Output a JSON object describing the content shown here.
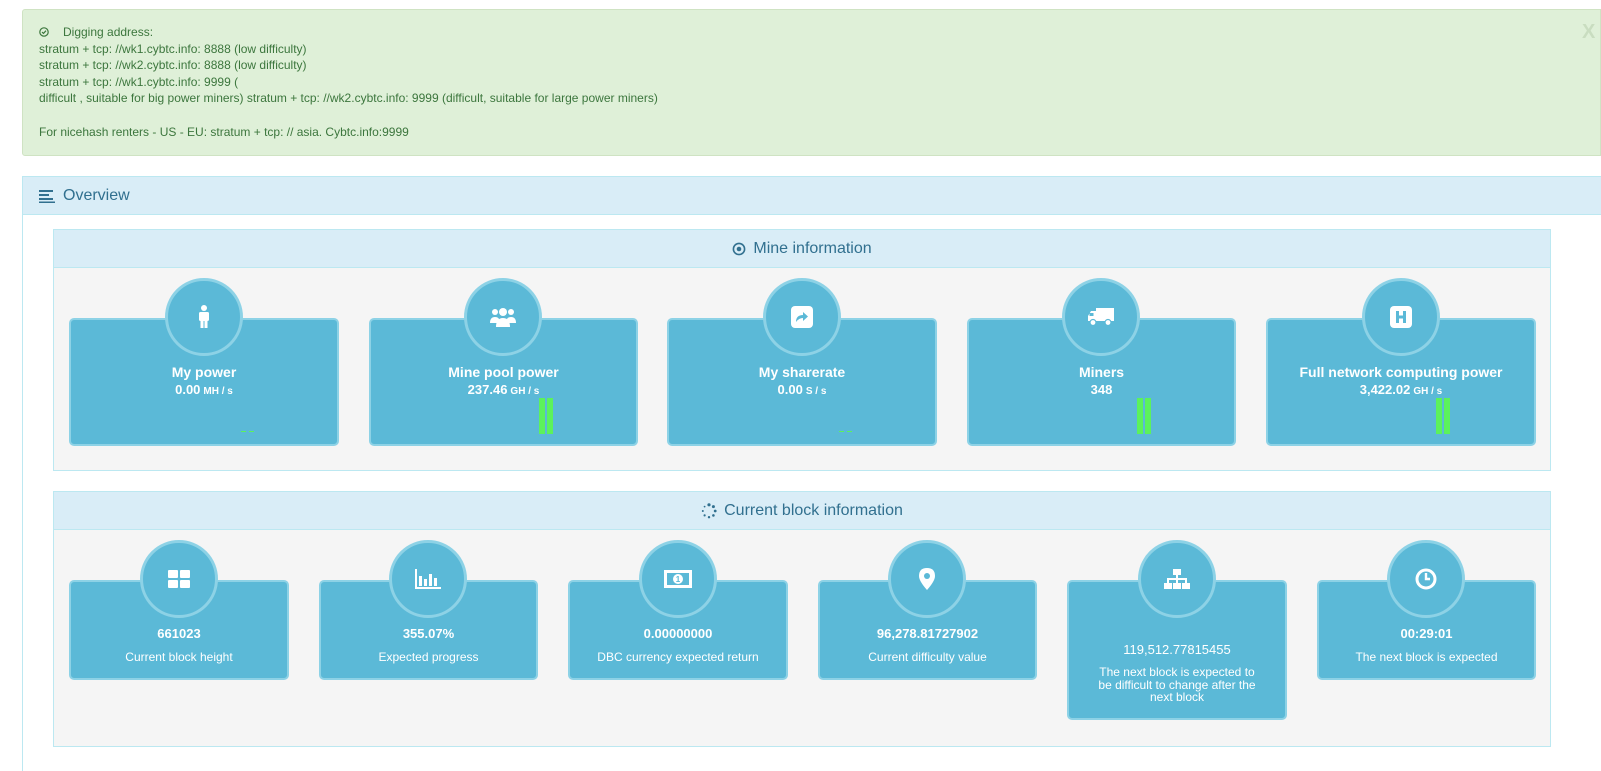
{
  "alert": {
    "heading": "Digging address:",
    "lines": [
      "stratum + tcp: //wk1.cybtc.info: 8888 (low difficulty)",
      "stratum + tcp: //wk2.cybtc.info: 8888 (low difficulty)",
      "stratum + tcp: //wk1.cybtc.info: 9999 (",
      "difficult , suitable for big power miners) stratum + tcp: //wk2.cybtc.info: 9999 (difficult, suitable for large power miners)"
    ],
    "nicehash": "For nicehash renters - US - EU: stratum + tcp: // asia. Cybtc.info:9999",
    "close_label": "X"
  },
  "overview": {
    "title": "Overview",
    "mine": {
      "title": "Mine information",
      "cards": [
        {
          "title": "My power",
          "value": "0.00",
          "unit": "MH / s",
          "icon": "user-icon"
        },
        {
          "title": "Mine pool power",
          "value": "237.46",
          "unit": "GH / s",
          "icon": "users-icon"
        },
        {
          "title": "My sharerate",
          "value": "0.00",
          "unit": "S / s",
          "icon": "share-icon"
        },
        {
          "title": "Miners",
          "value": "348",
          "unit": "",
          "icon": "truck-icon"
        },
        {
          "title": "Full network computing power",
          "value": "3,422.02",
          "unit": "GH / s",
          "icon": "hospital-icon"
        }
      ]
    },
    "block": {
      "title": "Current block information",
      "cards": [
        {
          "value": "661023",
          "label": "Current block height",
          "icon": "grid-icon"
        },
        {
          "value": "355.07%",
          "label": "Expected progress",
          "icon": "bar-chart-icon"
        },
        {
          "value": "0.00000000",
          "label": "DBC currency expected return",
          "icon": "money-icon"
        },
        {
          "value": "96,278.81727902",
          "label": "Current difficulty value",
          "icon": "map-marker-icon"
        },
        {
          "value": "119,512.77815455",
          "label": "The next block is expected to be difficult to change after the next block",
          "icon": "sitemap-icon"
        },
        {
          "value": "00:29:01",
          "label": "The next block is expected",
          "icon": "clock-icon"
        }
      ]
    }
  },
  "colors": {
    "card": "#5bb9d7",
    "card_border": "#8dd2e6",
    "spark": "#5cf25c",
    "alert_bg": "#dff0d8",
    "heading_bg": "#d9edf7"
  }
}
